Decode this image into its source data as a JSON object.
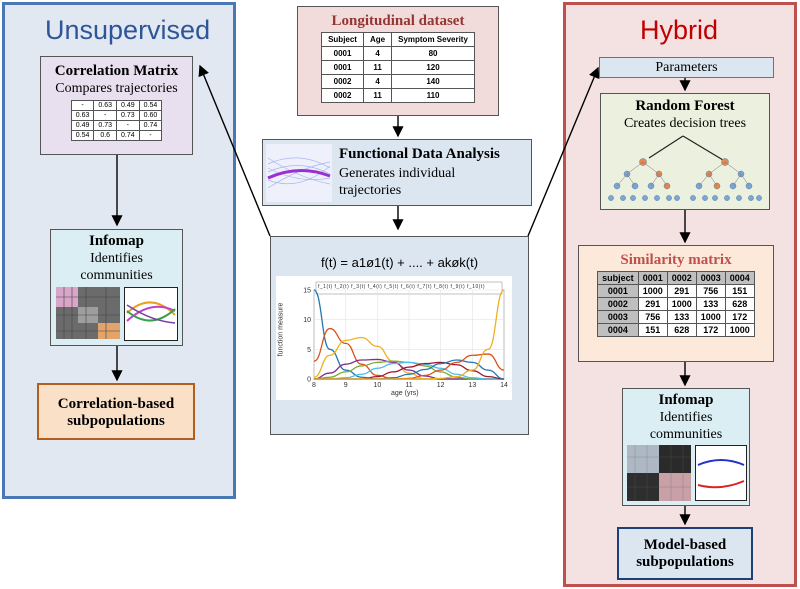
{
  "unsupervised": {
    "title": "Unsupervised",
    "correlation_matrix": {
      "title": "Correlation Matrix",
      "subtitle": "Compares trajectories",
      "rows": [
        [
          "-",
          "0.63",
          "0.49",
          "0.54"
        ],
        [
          "0.63",
          "-",
          "0.73",
          "0.60"
        ],
        [
          "0.49",
          "0.73",
          "-",
          "0.74"
        ],
        [
          "0.54",
          "0.6",
          "0.74",
          "-"
        ]
      ]
    },
    "infomap": {
      "title": "Infomap",
      "subtitle_line1": "Identifies",
      "subtitle_line2": "communities"
    },
    "result": {
      "line1": "Correlation-based",
      "line2": "subpopulations"
    }
  },
  "center": {
    "dataset": {
      "title": "Longitudinal  dataset",
      "headers": [
        "Subject",
        "Age",
        "Symptom Severity"
      ],
      "rows": [
        [
          "0001",
          "4",
          "80"
        ],
        [
          "0001",
          "11",
          "120"
        ],
        [
          "0002",
          "4",
          "140"
        ],
        [
          "0002",
          "11",
          "110"
        ]
      ]
    },
    "fda": {
      "title": "Functional Data Analysis",
      "subtitle_line1": "Generates individual",
      "subtitle_line2": "trajectories"
    },
    "formula": "f(t) = a1ø1(t) + .... + akøk(t)"
  },
  "chart_data": {
    "type": "line",
    "title": "",
    "xlabel": "age (yrs)",
    "ylabel": "function measure",
    "xlim": [
      8,
      14
    ],
    "ylim": [
      0,
      15
    ],
    "x_ticks": [
      "8",
      "9",
      "10",
      "11",
      "12",
      "13",
      "14"
    ],
    "y_ticks": [
      "0",
      "5",
      "10",
      "15"
    ],
    "legend_placement": "top",
    "legend_text": "f_1(t) f_2(t) f_3(t) f_4(t) f_5(t) f_6(t) f_7(t) f_8(t) f_9(t) f_10(t)",
    "colors": [
      "#1f77b4",
      "#d95319",
      "#edb120",
      "#7e2f8e",
      "#77ac30",
      "#4dbeee",
      "#a2142f",
      "#1f77b4",
      "#d95319",
      "#edb120"
    ],
    "x": [
      8,
      8.5,
      9,
      9.5,
      10,
      10.5,
      11,
      11.5,
      12,
      12.5,
      13,
      13.5,
      14
    ],
    "series": [
      {
        "values": [
          15,
          5,
          1.5,
          0.3,
          0,
          0,
          0,
          0,
          0,
          0,
          0,
          0,
          0
        ]
      },
      {
        "values": [
          3,
          8.5,
          6,
          2.5,
          0.6,
          0,
          0,
          0,
          0,
          0,
          0,
          0,
          0
        ]
      },
      {
        "values": [
          0.3,
          4,
          6.5,
          7,
          5.5,
          3,
          1,
          0,
          0,
          0,
          0,
          0,
          0
        ]
      },
      {
        "values": [
          0,
          1,
          2.5,
          3.2,
          3.3,
          2.8,
          1.5,
          0.5,
          0,
          0,
          0,
          0,
          0
        ]
      },
      {
        "values": [
          0,
          0.3,
          1.2,
          2.2,
          2.8,
          3,
          2.8,
          2.2,
          1.2,
          0.3,
          0,
          0,
          0
        ]
      },
      {
        "values": [
          0,
          0,
          0.2,
          0.8,
          1.8,
          2.6,
          2.8,
          2.5,
          1.8,
          0.8,
          0.2,
          0,
          0
        ]
      },
      {
        "values": [
          0,
          0,
          0,
          0,
          0.4,
          1.2,
          2,
          2.6,
          2.8,
          2.4,
          1.4,
          0.4,
          0
        ]
      },
      {
        "values": [
          0,
          0,
          0,
          0,
          0,
          0.2,
          0.8,
          1.6,
          2.6,
          3.2,
          2.8,
          1.5,
          0
        ]
      },
      {
        "values": [
          0,
          0,
          0,
          0,
          0,
          0,
          0.1,
          0.6,
          1.5,
          2.8,
          4,
          4.2,
          1.5
        ]
      },
      {
        "values": [
          0,
          0,
          0,
          0,
          0,
          0,
          0,
          0,
          0.1,
          0.4,
          1.5,
          5,
          15
        ]
      }
    ]
  },
  "hybrid": {
    "title": "Hybrid",
    "parameters": "Parameters",
    "random_forest": {
      "title": "Random Forest",
      "subtitle": "Creates decision trees"
    },
    "similarity": {
      "title": "Similarity matrix",
      "headers": [
        "subject",
        "0001",
        "0002",
        "0003",
        "0004"
      ],
      "rows": [
        [
          "0001",
          "1000",
          "291",
          "756",
          "151"
        ],
        [
          "0002",
          "291",
          "1000",
          "133",
          "628"
        ],
        [
          "0003",
          "756",
          "133",
          "1000",
          "172"
        ],
        [
          "0004",
          "151",
          "628",
          "172",
          "1000"
        ]
      ]
    },
    "infomap": {
      "title": "Infomap",
      "subtitle_line1": "Identifies",
      "subtitle_line2": "communities"
    },
    "result": {
      "line1": "Model-based",
      "line2": "subpopulations"
    }
  },
  "colors": {
    "unsupervised_border": "#4a78b5",
    "hybrid_border": "#c0504d",
    "unsupervised_title": "#2e5597",
    "hybrid_title": "#c00000",
    "dataset_title": "#943634"
  }
}
